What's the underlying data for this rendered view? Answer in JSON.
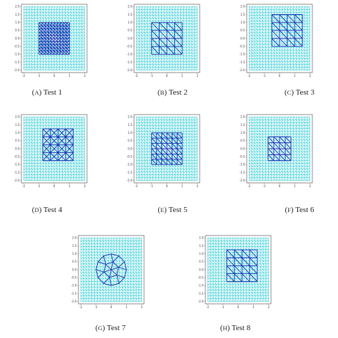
{
  "colors": {
    "background_mesh": "#19c6cf",
    "refined_mesh": "#1a2fb3",
    "axes": "#444444"
  },
  "axis_ticks": {
    "x": [
      "-2",
      "-1",
      "0",
      "1",
      "2"
    ],
    "y": [
      "2.0",
      "1.5",
      "1.0",
      "0.5",
      "0.0",
      "-0.5",
      "-1.0",
      "-1.5",
      "-2.0"
    ]
  },
  "panels": [
    {
      "caption": "(a) Test 1",
      "caption_letter": "A",
      "caption_text": "Test 1",
      "region": "square",
      "extent": [
        -1,
        1,
        -1,
        1
      ],
      "grid_divisions": 10
    },
    {
      "caption": "(b) Test 2",
      "caption_letter": "B",
      "caption_text": "Test 2",
      "region": "square",
      "extent": [
        -1,
        1,
        -1,
        1
      ],
      "grid_divisions": 4
    },
    {
      "caption": "(c) Test 3",
      "caption_letter": "C",
      "caption_text": "Test 3",
      "region": "square",
      "extent": [
        -0.5,
        1.5,
        -0.5,
        1.5
      ],
      "grid_divisions": 4
    },
    {
      "caption": "(d) Test 4",
      "caption_letter": "D",
      "caption_text": "Test 4",
      "region": "square-star",
      "extent": [
        -0.75,
        1.25,
        -0.75,
        1.25
      ],
      "grid_divisions": 4
    },
    {
      "caption": "(e) Test 5",
      "caption_letter": "E",
      "caption_text": "Test 5",
      "region": "square",
      "extent": [
        -1,
        1,
        -1,
        1
      ],
      "grid_divisions": 6
    },
    {
      "caption": "(f) Test 6",
      "caption_letter": "F",
      "caption_text": "Test 6",
      "region": "square",
      "extent": [
        -0.75,
        0.75,
        -0.75,
        0.75
      ],
      "grid_divisions": 4
    },
    {
      "caption": "(g) Test 7",
      "caption_letter": "G",
      "caption_text": "Test 7",
      "region": "disk",
      "extent": [
        -1,
        1,
        -1,
        1
      ],
      "grid_divisions": 5
    },
    {
      "caption": "(h) Test 8",
      "caption_letter": "H",
      "caption_text": "Test 8",
      "region": "square",
      "extent": [
        -0.75,
        1.25,
        -0.75,
        1.25
      ],
      "grid_divisions": 4
    }
  ]
}
